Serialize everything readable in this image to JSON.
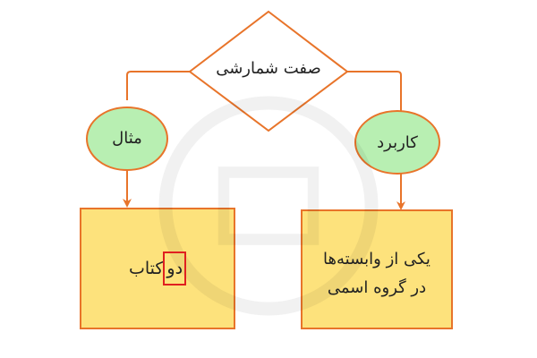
{
  "diagram": {
    "root": {
      "text": "صفت شمارشی"
    },
    "branches": [
      {
        "label": "مثال",
        "box": {
          "highlighted": "دو",
          "rest": "کتاب"
        }
      },
      {
        "label": "کاربرد",
        "box": {
          "line1": "یکی از وابسته‌ها",
          "line2": "در گروه اسمی"
        }
      }
    ],
    "colors": {
      "connector": "#e8742a",
      "oval_fill": "#b8efb2",
      "box_fill": "#fde27c",
      "diamond_fill": "#ffffff",
      "highlight_border": "#e02020"
    }
  }
}
